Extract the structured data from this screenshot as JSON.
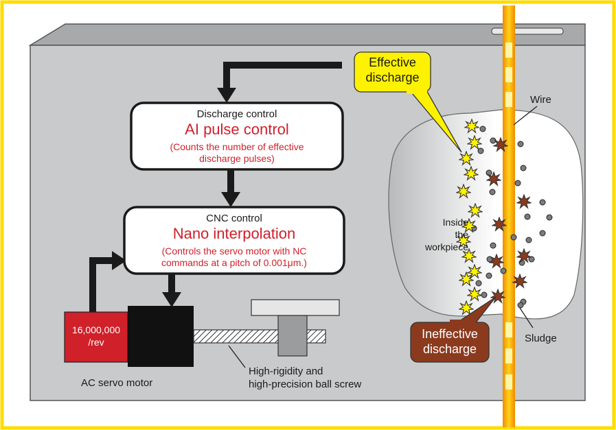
{
  "discharge_box": {
    "heading": "Discharge control",
    "title": "AI pulse control",
    "desc_line1": "(Counts the number of effective",
    "desc_line2": "discharge pulses)"
  },
  "cnc_box": {
    "heading": "CNC control",
    "title": "Nano interpolation",
    "desc_line1": "(Controls the servo motor with NC",
    "desc_line2": "commands at a pitch of 0.001μm.)"
  },
  "encoder": {
    "line1": "16,000,000",
    "line2": "/rev"
  },
  "labels": {
    "ac_servo_motor": "AC servo motor",
    "ball_screw_line1": "High-rigidity and",
    "ball_screw_line2": "high-precision ball screw",
    "inside_line1": "Inside",
    "inside_line2": "the",
    "inside_line3": "workpiece",
    "wire": "Wire",
    "sludge": "Sludge"
  },
  "callouts": {
    "effective_line1": "Effective",
    "effective_line2": "discharge",
    "ineffective_line1": "Ineffective",
    "ineffective_line2": "discharge"
  },
  "colors": {
    "frame_yellow": "#ffdd00",
    "panel_gray": "#c8cacb",
    "accent_red": "#d0202a",
    "callout_yellow": "#fff200",
    "callout_brown": "#8b3a1e",
    "wire_orange": "#f7a800"
  }
}
